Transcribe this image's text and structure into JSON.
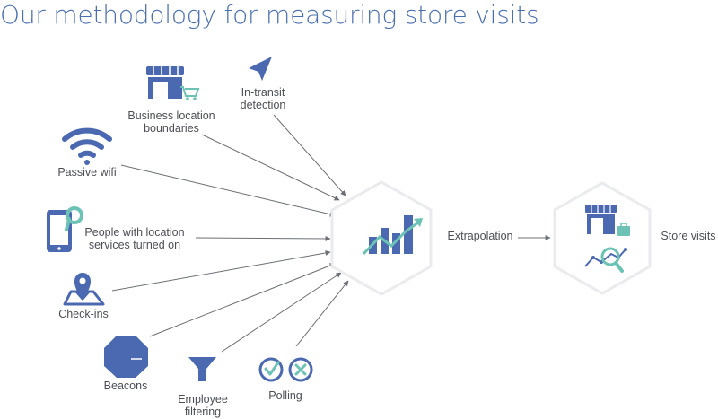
{
  "title": "Our methodology for measuring store visits",
  "inputs": {
    "business_location": [
      "Business location",
      "boundaries"
    ],
    "in_transit": [
      "In-transit",
      "detection"
    ],
    "passive_wifi": [
      "Passive wifi"
    ],
    "location_services": [
      "People with location",
      "services turned on"
    ],
    "check_ins": [
      "Check-ins"
    ],
    "beacons": [
      "Beacons"
    ],
    "employee_filtering": [
      "Employee",
      "filtering"
    ],
    "polling": [
      "Polling"
    ]
  },
  "process": {
    "label": "Extrapolation"
  },
  "output": {
    "label": "Store visits"
  },
  "colors": {
    "primary_blue": "#4a69b1",
    "teal": "#6cc3b5",
    "arrow_gray": "#6b6f75",
    "hex_stroke": "#e9ebef"
  }
}
